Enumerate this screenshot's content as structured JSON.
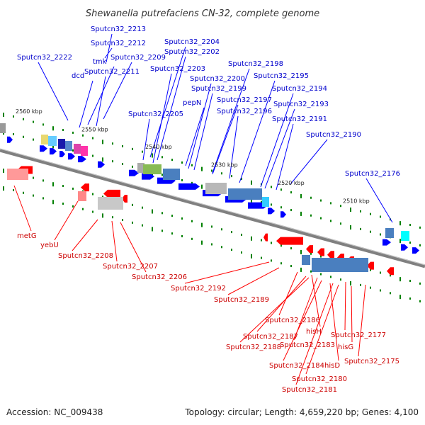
{
  "title": "Shewanella putrefaciens CN-32, complete genome",
  "footer": {
    "accession": "Accession: NC_009438",
    "summary": "Topology: circular; Length: 4,659,220 bp; Genes: 4,100"
  },
  "colors": {
    "forward_gene": "#0000ff",
    "reverse_gene": "#ff0000",
    "backbone": "#808080",
    "tick": "#008000",
    "forward_label": "#0000cc",
    "reverse_label": "#cc0000"
  },
  "scale_labels": [
    "2560 kbp",
    "2550 kbp",
    "2540 kbp",
    "2530 kbp",
    "2520 kbp",
    "2510 kbp"
  ],
  "forward_labels": [
    "Sputcn32_2213",
    "Sputcn32_2212",
    "Sputcn32_2222",
    "tmk",
    "Sputcn32_2209",
    "dcd",
    "Sputcn32_2211",
    "Sputcn32_2204",
    "Sputcn32_2202",
    "Sputcn32_2203",
    "Sputcn32_2198",
    "Sputcn32_2200",
    "Sputcn32_2195",
    "Sputcn32_2199",
    "pepN",
    "Sputcn32_2197",
    "Sputcn32_2194",
    "Sputcn32_2205",
    "Sputcn32_2196",
    "Sputcn32_2193",
    "Sputcn32_2191",
    "Sputcn32_2190",
    "Sputcn32_2176"
  ],
  "reverse_labels": [
    "metG",
    "yebU",
    "Sputcn32_2208",
    "Sputcn32_2207",
    "Sputcn32_2206",
    "Sputcn32_2192",
    "Sputcn32_2189",
    "Sputcn32_2186",
    "hisH",
    "Sputcn32_2187",
    "Sputcn32_2177",
    "Sputcn32_2183",
    "Sputcn32_2188",
    "hisG",
    "Sputcn32_2175",
    "Sputcn32_2184",
    "hisD",
    "Sputcn32_2180",
    "Sputcn32_2181"
  ]
}
